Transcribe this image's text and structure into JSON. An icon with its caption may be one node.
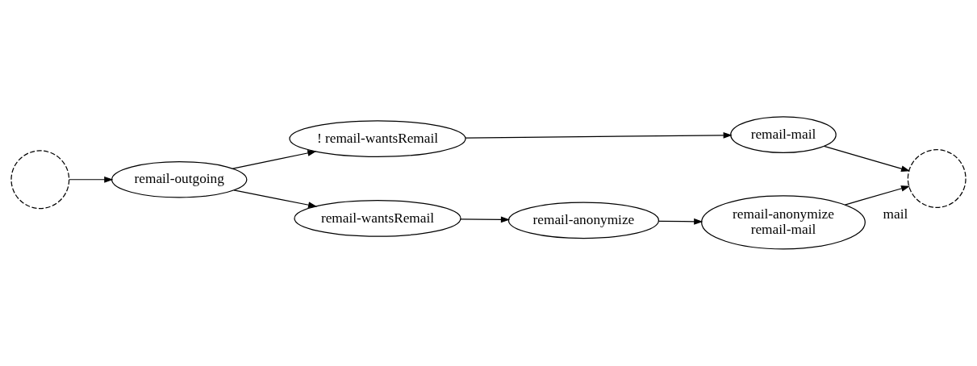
{
  "diagram": {
    "nodes": [
      {
        "text": [],
        "shape": "circle"
      },
      {
        "text": [
          "remail-outgoing"
        ]
      },
      {
        "text": [
          "! remail-wantsRemail"
        ]
      },
      {
        "text": [
          "remail-mail"
        ]
      },
      {
        "text": [],
        "shape": "circle",
        "beside": [
          "mail"
        ]
      },
      {
        "text": [
          "remail-wantsRemail"
        ]
      },
      {
        "text": [
          "remail-anonymize"
        ]
      },
      {
        "text": [
          "remail-anonymize",
          "remail-mail"
        ]
      }
    ],
    "edges": [
      {
        "from": 0,
        "to": 1,
        "arrow": "to"
      },
      {
        "from": 1,
        "to": 2,
        "arrow": "to"
      },
      {
        "from": 2,
        "to": 3,
        "arrow": "to"
      },
      {
        "from": 3,
        "to": 4,
        "arrow": "to"
      },
      {
        "from": 1,
        "to": 5,
        "arrow": "to"
      },
      {
        "from": 5,
        "to": 6,
        "arrow": "to"
      },
      {
        "from": 6,
        "to": 7,
        "arrow": "to"
      },
      {
        "from": 7,
        "to": 4,
        "arrow": "to"
      }
    ]
  }
}
